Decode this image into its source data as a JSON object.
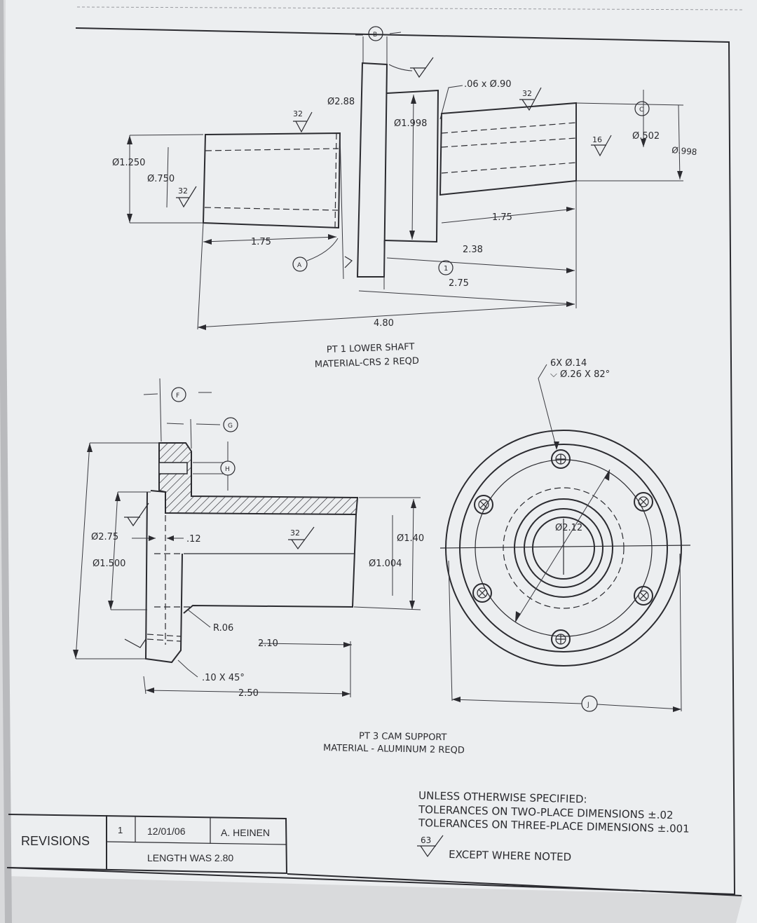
{
  "colors": {
    "paper": "#eceef0",
    "ink": "#2b2b30",
    "shadow": "#c8c9cc"
  },
  "part1": {
    "title_line1": "PT 1  LOWER SHAFT",
    "title_line2": "MATERIAL-CRS  2 REQD",
    "dims": {
      "d1250": "Ø1.250",
      "d750": "Ø.750",
      "d288": "Ø2.88",
      "d1998": "Ø1.998",
      "chamfer": ".06 x Ø.90",
      "d502": "Ø.502",
      "d998": "Ø.998",
      "l175a": "1.75",
      "l175b": "1.75",
      "l238": "2.38",
      "l275": "2.75",
      "l480": "4.80"
    },
    "finish": {
      "f32a": "32",
      "f32b": "32",
      "f32c": "32",
      "f16": "16"
    },
    "callouts": {
      "A": "A",
      "B": "B",
      "C": "C",
      "one": "1"
    }
  },
  "part3": {
    "title_line1": "PT 3  CAM SUPPORT",
    "title_line2": "MATERIAL - ALUMINUM   2 REQD",
    "dims": {
      "d275": "Ø2.75",
      "d1500": "Ø1.500",
      "l12": ".12",
      "d140": "Ø1.40",
      "d1004": "Ø1.004",
      "r06": "R.06",
      "l210": "2.10",
      "chamfer": ".10 X 45°",
      "l250": "2.50",
      "holes1": "6X  Ø.14",
      "holes2": "⌵ Ø.26 X 82°",
      "d212": "Ø2.12"
    },
    "finish": {
      "f32": "32"
    },
    "callouts": {
      "F": "F",
      "G": "G",
      "H": "H",
      "J": "J"
    }
  },
  "notes": {
    "line1": "UNLESS OTHERWISE SPECIFIED:",
    "line2": "TOLERANCES ON TWO-PLACE DIMENSIONS  ±.02",
    "line3": "TOLERANCES ON THREE-PLACE DIMENSIONS  ±.001",
    "finish": "63",
    "line4": "EXCEPT WHERE NOTED"
  },
  "revisions": {
    "label": "REVISIONS",
    "number": "1",
    "date": "12/01/06",
    "author": "A. HEINEN",
    "description": "LENGTH WAS 2.80"
  }
}
